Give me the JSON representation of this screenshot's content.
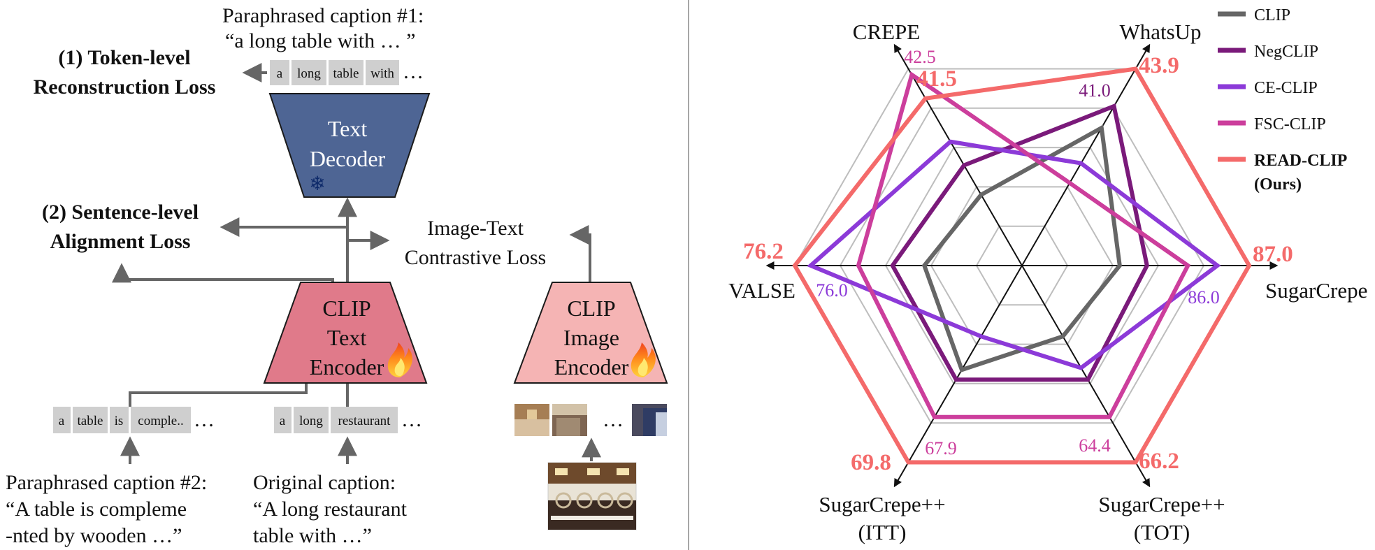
{
  "left": {
    "loss1": [
      "(1) Token-level",
      "Reconstruction Loss"
    ],
    "loss2": [
      "(2) Sentence-level",
      "Alignment Loss"
    ],
    "itc": [
      "Image-Text",
      "Contrastive Loss"
    ],
    "para1_caption": [
      "Paraphrased caption #1:",
      "“a long table with … ”"
    ],
    "para1_tokens": [
      "a",
      "long",
      "table",
      "with"
    ],
    "text_decoder": [
      "Text",
      "Decoder"
    ],
    "text_encoder": [
      "CLIP",
      "Text",
      "Encoder"
    ],
    "image_encoder": [
      "CLIP",
      "Image",
      "Encoder"
    ],
    "para2_tokens": [
      "a",
      "table",
      "is",
      "comple.."
    ],
    "orig_tokens": [
      "a",
      "long",
      "restaurant"
    ],
    "ellipsis": "…",
    "para2_caption": [
      "Paraphrased caption #2:",
      "“A table is compleme",
      "-nted by wooden …”"
    ],
    "orig_caption": [
      "Original caption:",
      "“A long restaurant",
      "table with …”"
    ],
    "snowflake": "❄",
    "icons": {
      "frozen": "snowflake-icon",
      "trainable": "fire-icon"
    },
    "colors": {
      "decoder": "#4e6594",
      "text_encoder": "#e07a8a",
      "image_encoder": "#f5b4b4",
      "token_bg": "#cfcfcf",
      "arrow": "#666666"
    }
  },
  "chart_data": {
    "type": "radar",
    "axes": [
      "CREPE",
      "WhatsUp",
      "SugarCrepe",
      "SugarCrepe++ (TOT)",
      "SugarCrepe++ (ITT)",
      "VALSE"
    ],
    "axis_labels": [
      [
        "CREPE"
      ],
      [
        "WhatsUp"
      ],
      [
        "SugarCrepe"
      ],
      [
        "SugarCrepe++",
        "(TOT)"
      ],
      [
        "SugarCrepe++",
        "(ITT)"
      ],
      [
        "VALSE"
      ]
    ],
    "rlim": [
      0,
      1
    ],
    "grid": true,
    "grid_levels": [
      0.2,
      0.4,
      0.6,
      0.8,
      1.0
    ],
    "legend_position": "top-right",
    "series": [
      {
        "name": "CLIP",
        "color": "#666666",
        "values": [
          0.36,
          0.7,
          0.43,
          0.36,
          0.53,
          0.43
        ]
      },
      {
        "name": "NegCLIP",
        "color": "#7a1a7a",
        "values": [
          0.51,
          0.81,
          0.55,
          0.58,
          0.58,
          0.57
        ]
      },
      {
        "name": "CE-CLIP",
        "color": "#8c3ad8",
        "values": [
          0.63,
          0.52,
          0.86,
          0.52,
          0.36,
          0.93
        ]
      },
      {
        "name": "FSC-CLIP",
        "color": "#cc3e9c",
        "values": [
          0.97,
          0.42,
          0.73,
          0.77,
          0.77,
          0.72
        ]
      },
      {
        "name": "READ-CLIP",
        "label_lines": [
          "READ-CLIP",
          "(Ours)"
        ],
        "color": "#f46a6a",
        "values": [
          0.85,
          1.0,
          1.0,
          1.0,
          1.0,
          1.0
        ]
      }
    ],
    "annotations": [
      {
        "text": "42.5",
        "axis": "CREPE",
        "series": "FSC-CLIP"
      },
      {
        "text": "41.5",
        "axis": "CREPE",
        "series": "READ-CLIP"
      },
      {
        "text": "41.0",
        "axis": "WhatsUp",
        "series": "NegCLIP"
      },
      {
        "text": "43.9",
        "axis": "WhatsUp",
        "series": "READ-CLIP"
      },
      {
        "text": "87.0",
        "axis": "SugarCrepe",
        "series": "READ-CLIP"
      },
      {
        "text": "86.0",
        "axis": "SugarCrepe",
        "series": "CE-CLIP"
      },
      {
        "text": "64.4",
        "axis": "SugarCrepe++ (TOT)",
        "series": "FSC-CLIP"
      },
      {
        "text": "66.2",
        "axis": "SugarCrepe++ (TOT)",
        "series": "READ-CLIP"
      },
      {
        "text": "67.9",
        "axis": "SugarCrepe++ (ITT)",
        "series": "FSC-CLIP"
      },
      {
        "text": "69.8",
        "axis": "SugarCrepe++ (ITT)",
        "series": "READ-CLIP"
      },
      {
        "text": "76.2",
        "axis": "VALSE",
        "series": "READ-CLIP"
      },
      {
        "text": "76.0",
        "axis": "VALSE",
        "series": "CE-CLIP"
      }
    ]
  }
}
